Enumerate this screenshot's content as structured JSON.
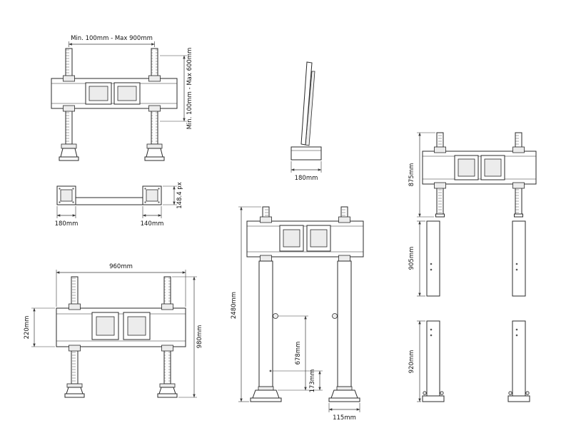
{
  "drawing": {
    "background": "#ffffff",
    "line_color": "#2a2a2a"
  },
  "dimensions": {
    "mount_front_width": "Min. 100mm - Max 900mm",
    "mount_front_height": "Min. 100mm - Max 600mm",
    "side_depth": "180mm",
    "plan_left_plate": "180mm",
    "plan_right_plate": "140mm",
    "plan_depth": "148.4 px",
    "stand_width": "960mm",
    "stand_bracket_height": "220mm",
    "stand_height": "980mm",
    "tall_height": "2480mm",
    "tall_column": "678mm",
    "tall_column_lower": "173mm",
    "tall_base_width": "115mm",
    "mount_rear_height": "875mm",
    "columns_height": "905mm",
    "columns_with_feet_height": "920mm"
  }
}
